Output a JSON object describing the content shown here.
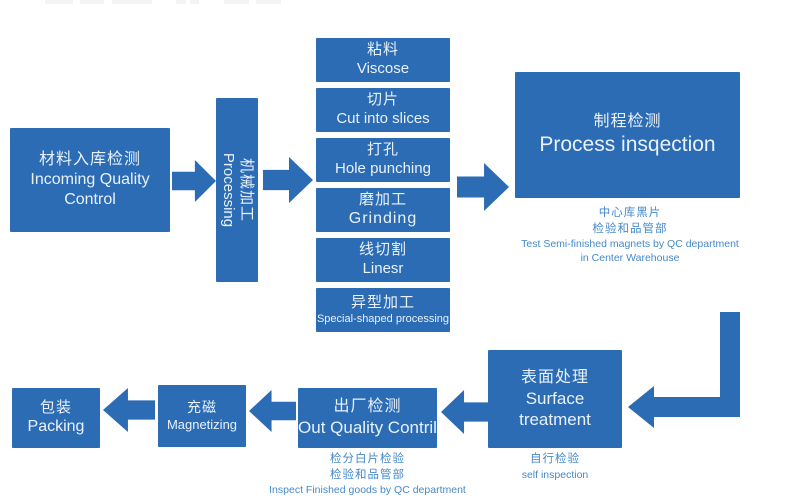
{
  "diagram": {
    "colors": {
      "box_fill": "#2b6cb5",
      "box_text": "#e9f1fa",
      "caption_text": "#4589c9",
      "background": "#ffffff"
    },
    "nodes": {
      "incoming": {
        "zh": "材料入库检测",
        "en1": "Incoming Quality",
        "en2": "Control"
      },
      "processing": {
        "zh": "机械加工",
        "en": "Processing"
      },
      "steps": [
        {
          "zh": "粘料",
          "en": "Viscose"
        },
        {
          "zh": "切片",
          "en": "Cut into slices"
        },
        {
          "zh": "打孔",
          "en": "Hole punching"
        },
        {
          "zh": "磨加工",
          "en": "Grinding"
        },
        {
          "zh": "线切割",
          "en": "Linesr"
        },
        {
          "zh": "异型加工",
          "en": "Special-shaped processing"
        }
      ],
      "process_inspection": {
        "zh": "制程检测",
        "en": "Process insqection",
        "caption_zh1": "中心库黑片",
        "caption_zh2": "检验和品管部",
        "caption_en1": "Test Semi-finished magnets by QC department",
        "caption_en2": "in Center Warehouse"
      },
      "surface_treatment": {
        "zh": "表面处理",
        "en": "Surface treatment",
        "caption_zh": "自行检验",
        "caption_en": "self inspection"
      },
      "out_quality": {
        "zh": "出厂检测",
        "en": "Out Quality Contril",
        "caption_zh1": "检分白片检验",
        "caption_zh2": "检验和品管部",
        "caption_en": "Inspect Finished goods by QC department"
      },
      "magnetizing": {
        "zh": "充磁",
        "en": "Magnetizing"
      },
      "packing": {
        "zh": "包装",
        "en": "Packing"
      }
    }
  }
}
